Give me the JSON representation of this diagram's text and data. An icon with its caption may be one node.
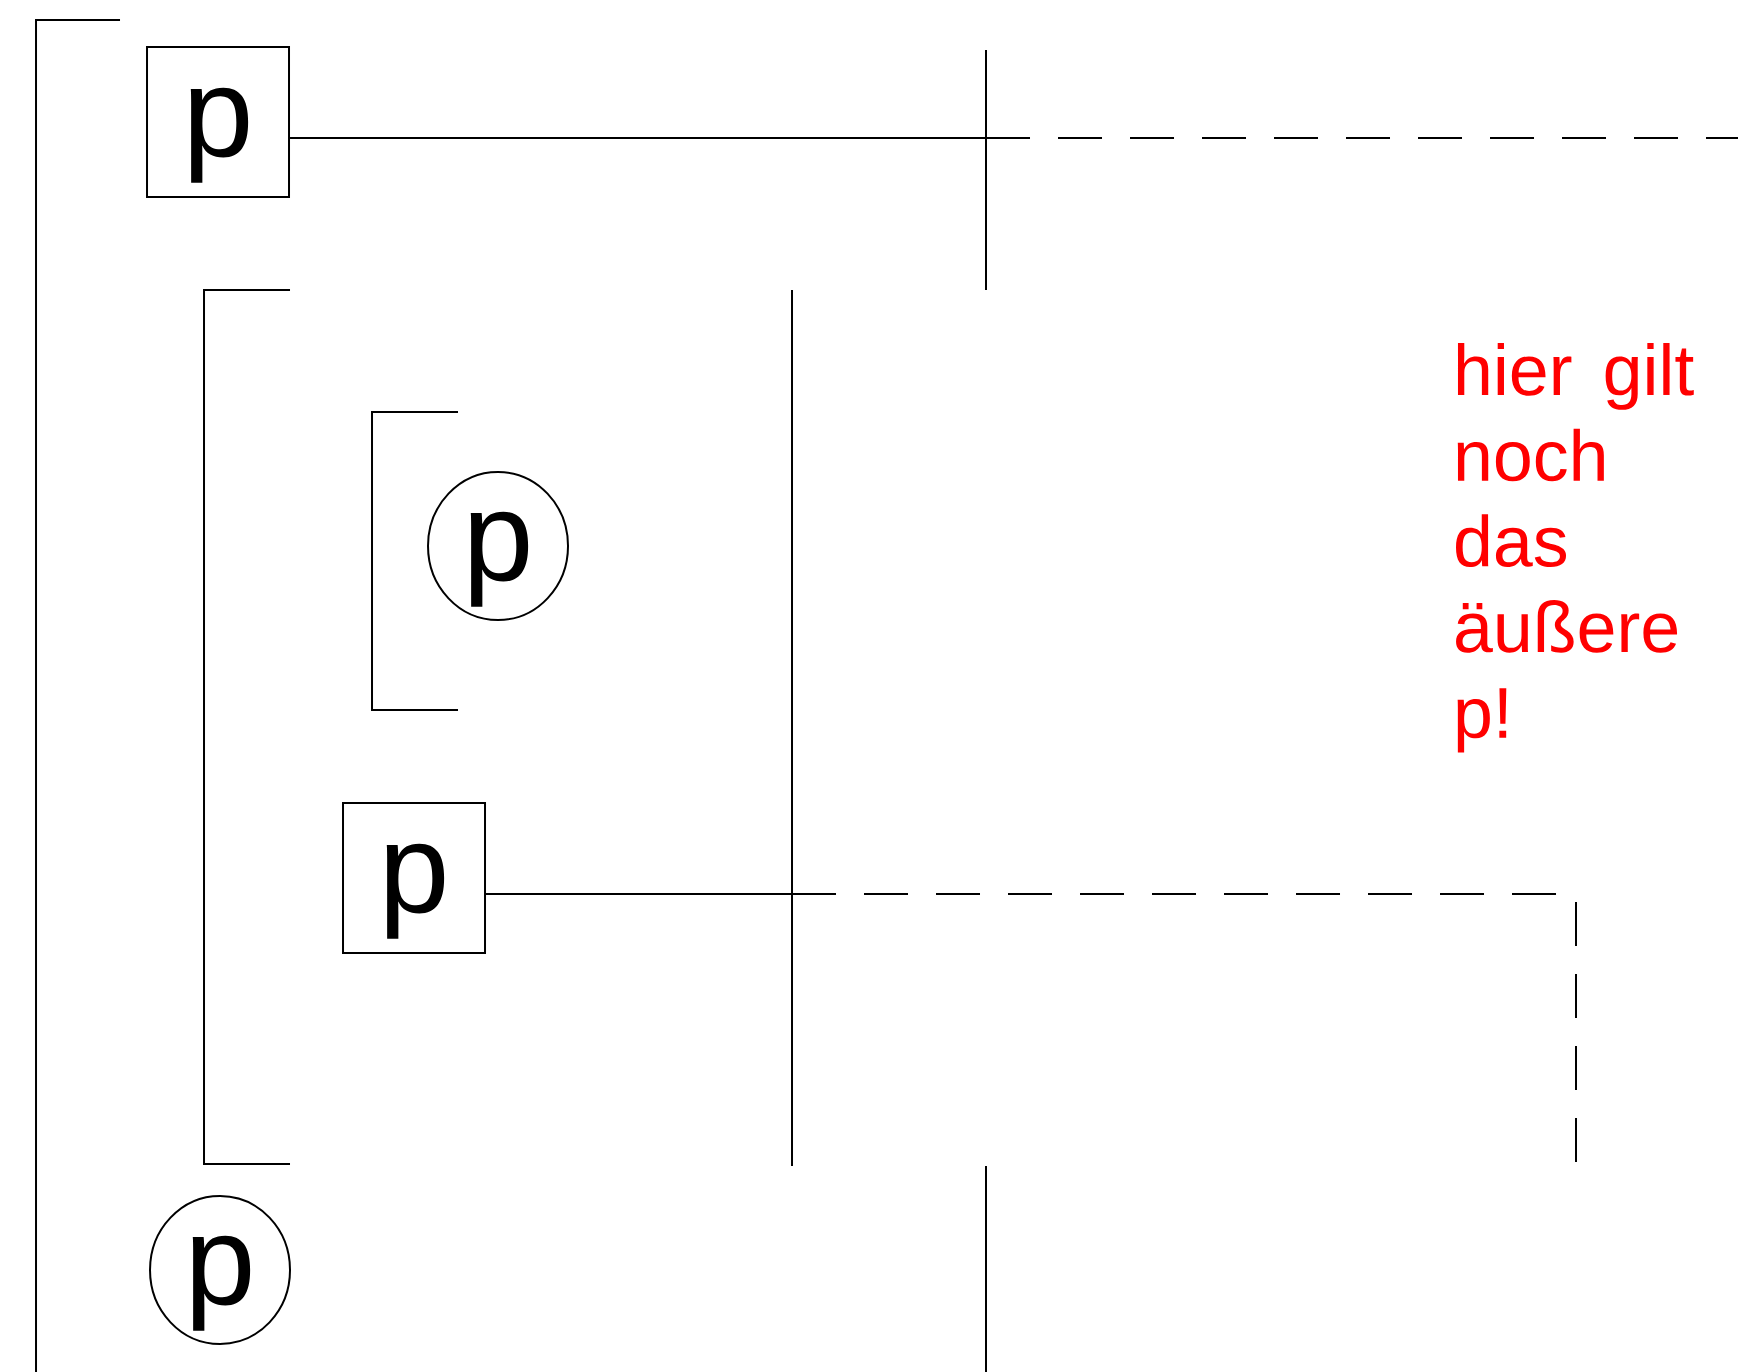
{
  "diagram": {
    "nodes": [
      {
        "text": [
          "p"
        ]
      },
      {
        "text": [
          "p"
        ]
      },
      {
        "text": [
          "p"
        ]
      },
      {
        "text": [
          "p"
        ]
      }
    ],
    "edges": [
      {
        "from": 0,
        "to": null,
        "arrow": "none"
      },
      {
        "from": 2,
        "to": null,
        "arrow": "none"
      }
    ],
    "labels": [
      "hier gilt noch das äußere p!"
    ]
  }
}
